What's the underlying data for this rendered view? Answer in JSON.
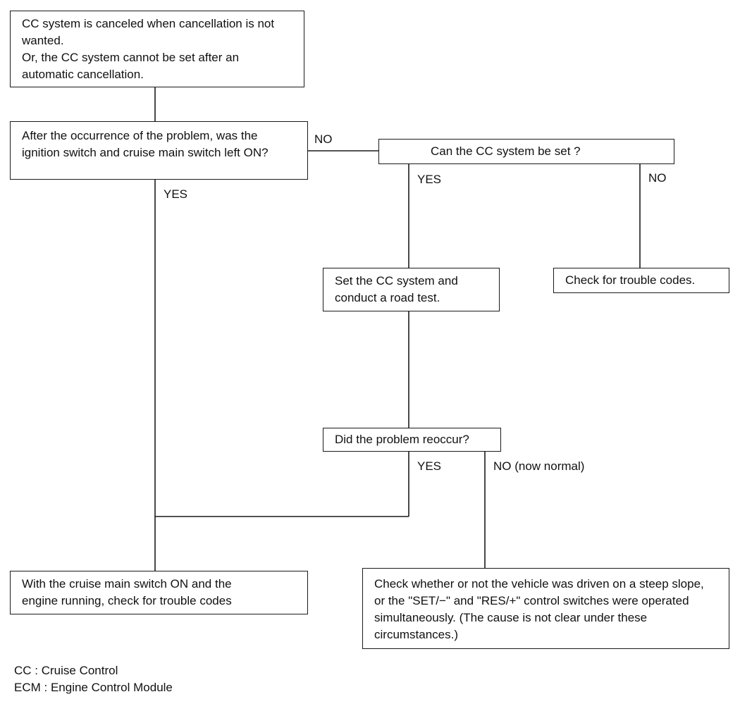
{
  "nodes": {
    "start": "CC system is canceled when cancellation is not wanted.\nOr, the CC system cannot be set after an automatic cancellation.",
    "q_switch_left_on": "After the occurrence of the problem, was the ignition switch and cruise main switch left ON?",
    "q_can_set": "Can the CC system be set ?",
    "set_and_test": "Set the CC system and\nconduct a road test.",
    "check_codes": "Check for trouble codes.",
    "q_reoccur": "Did the problem reoccur?",
    "check_main_on": "With the cruise main switch ON and the\nengine running, check for trouble codes",
    "check_slope": "Check whether or not the vehicle was driven on a steep slope, or the \"SET/−\" and \"RES/+\" control switches were operated simultaneously. (The cause is not clear under these circumstances.)"
  },
  "edge_labels": {
    "no_1": "NO",
    "yes_1": "YES",
    "yes_2": "YES",
    "no_2": "NO",
    "yes_3": "YES",
    "no_normal": "NO (now normal)"
  },
  "legend": {
    "cc": "CC : Cruise Control",
    "ecm": "ECM : Engine Control Module"
  },
  "colors": {
    "line": "#1a1a1a",
    "text": "#111111",
    "background": "#ffffff"
  }
}
